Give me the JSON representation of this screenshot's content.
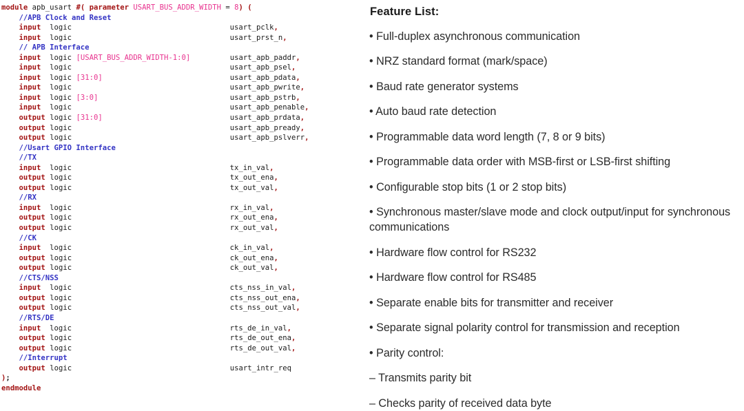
{
  "document": {
    "background_color": "#ffffff",
    "left_panel": {
      "kind": "verilog-source",
      "language": "SystemVerilog",
      "module_name": "apb_usart",
      "colors": {
        "keyword": "#a31515",
        "comment": "#3434c4",
        "magenta": "#e8338f",
        "text": "#1a1a1a"
      },
      "lines": [
        {
          "id": "l0",
          "type": "module_header",
          "kw": "module",
          "name": "apb_usart",
          "hash_paren": "#(",
          "param_kw": "parameter",
          "param_name": "USART_BUS_ADDR_WIDTH",
          "eq": "=",
          "param_value": "8",
          "tail": ") ("
        },
        {
          "id": "l1",
          "type": "comment",
          "text": "//APB Clock and Reset"
        },
        {
          "id": "l2",
          "type": "port",
          "dir": "input",
          "datatype": "logic",
          "range": "",
          "signal": "usart_pclk",
          "comma": ","
        },
        {
          "id": "l3",
          "type": "port",
          "dir": "input",
          "datatype": "logic",
          "range": "",
          "signal": "usart_prst_n",
          "comma": ","
        },
        {
          "id": "l4",
          "type": "comment",
          "text": "// APB Interface"
        },
        {
          "id": "l5",
          "type": "port",
          "dir": "input",
          "datatype": "logic",
          "range": "[USART_BUS_ADDR_WIDTH-1:0]",
          "signal": "usart_apb_paddr",
          "comma": ","
        },
        {
          "id": "l6",
          "type": "port",
          "dir": "input",
          "datatype": "logic",
          "range": "",
          "signal": "usart_apb_psel",
          "comma": ","
        },
        {
          "id": "l7",
          "type": "port",
          "dir": "input",
          "datatype": "logic",
          "range": "[31:0]",
          "signal": "usart_apb_pdata",
          "comma": ","
        },
        {
          "id": "l8",
          "type": "port",
          "dir": "input",
          "datatype": "logic",
          "range": "",
          "signal": "usart_apb_pwrite",
          "comma": ","
        },
        {
          "id": "l9",
          "type": "port",
          "dir": "input",
          "datatype": "logic",
          "range": "[3:0]",
          "signal": "usart_apb_pstrb",
          "comma": ","
        },
        {
          "id": "l10",
          "type": "port",
          "dir": "input",
          "datatype": "logic",
          "range": "",
          "signal": "usart_apb_penable",
          "comma": ","
        },
        {
          "id": "l11",
          "type": "port",
          "dir": "output",
          "datatype": "logic",
          "range": "[31:0]",
          "signal": "usart_apb_prdata",
          "comma": ","
        },
        {
          "id": "l12",
          "type": "port",
          "dir": "output",
          "datatype": "logic",
          "range": "",
          "signal": "usart_apb_pready",
          "comma": ","
        },
        {
          "id": "l13",
          "type": "port",
          "dir": "output",
          "datatype": "logic",
          "range": "",
          "signal": "usart_apb_pslverr",
          "comma": ","
        },
        {
          "id": "l14",
          "type": "comment",
          "text": "//Usart GPIO Interface"
        },
        {
          "id": "l15",
          "type": "comment",
          "text": "//TX"
        },
        {
          "id": "l16",
          "type": "port",
          "dir": "input",
          "datatype": "logic",
          "range": "",
          "signal": "tx_in_val",
          "comma": ","
        },
        {
          "id": "l17",
          "type": "port",
          "dir": "output",
          "datatype": "logic",
          "range": "",
          "signal": "tx_out_ena",
          "comma": ","
        },
        {
          "id": "l18",
          "type": "port",
          "dir": "output",
          "datatype": "logic",
          "range": "",
          "signal": "tx_out_val",
          "comma": ","
        },
        {
          "id": "l19",
          "type": "comment",
          "text": "//RX"
        },
        {
          "id": "l20",
          "type": "port",
          "dir": "input",
          "datatype": "logic",
          "range": "",
          "signal": "rx_in_val",
          "comma": ","
        },
        {
          "id": "l21",
          "type": "port",
          "dir": "output",
          "datatype": "logic",
          "range": "",
          "signal": "rx_out_ena",
          "comma": ","
        },
        {
          "id": "l22",
          "type": "port",
          "dir": "output",
          "datatype": "logic",
          "range": "",
          "signal": "rx_out_val",
          "comma": ","
        },
        {
          "id": "l23",
          "type": "comment",
          "text": "//CK"
        },
        {
          "id": "l24",
          "type": "port",
          "dir": "input",
          "datatype": "logic",
          "range": "",
          "signal": "ck_in_val",
          "comma": ","
        },
        {
          "id": "l25",
          "type": "port",
          "dir": "output",
          "datatype": "logic",
          "range": "",
          "signal": "ck_out_ena",
          "comma": ","
        },
        {
          "id": "l26",
          "type": "port",
          "dir": "output",
          "datatype": "logic",
          "range": "",
          "signal": "ck_out_val",
          "comma": ","
        },
        {
          "id": "l27",
          "type": "comment",
          "text": "//CTS/NSS"
        },
        {
          "id": "l28",
          "type": "port",
          "dir": "input",
          "datatype": "logic",
          "range": "",
          "signal": "cts_nss_in_val",
          "comma": ","
        },
        {
          "id": "l29",
          "type": "port",
          "dir": "output",
          "datatype": "logic",
          "range": "",
          "signal": "cts_nss_out_ena",
          "comma": ","
        },
        {
          "id": "l30",
          "type": "port",
          "dir": "output",
          "datatype": "logic",
          "range": "",
          "signal": "cts_nss_out_val",
          "comma": ","
        },
        {
          "id": "l31",
          "type": "comment",
          "text": "//RTS/DE"
        },
        {
          "id": "l32",
          "type": "port",
          "dir": "input",
          "datatype": "logic",
          "range": "",
          "signal": "rts_de_in_val",
          "comma": ","
        },
        {
          "id": "l33",
          "type": "port",
          "dir": "output",
          "datatype": "logic",
          "range": "",
          "signal": "rts_de_out_ena",
          "comma": ","
        },
        {
          "id": "l34",
          "type": "port",
          "dir": "output",
          "datatype": "logic",
          "range": "",
          "signal": "rts_de_out_val",
          "comma": ","
        },
        {
          "id": "l35",
          "type": "comment",
          "text": "//Interrupt"
        },
        {
          "id": "l36",
          "type": "port",
          "dir": "output",
          "datatype": "logic",
          "range": "",
          "signal": "usart_intr_req",
          "comma": ""
        },
        {
          "id": "l37",
          "type": "close_paren",
          "text": ");"
        },
        {
          "id": "l38",
          "type": "endmodule",
          "text": "endmodule"
        }
      ]
    },
    "right_panel": {
      "title": "Feature List:",
      "bullet_glyph": "•",
      "dash_glyph": "–",
      "items": [
        {
          "marker": "bullet",
          "text": "Full-duplex asynchronous communication"
        },
        {
          "marker": "bullet",
          "text": "NRZ standard format (mark/space)"
        },
        {
          "marker": "bullet",
          "text": "Baud rate generator systems"
        },
        {
          "marker": "bullet",
          "text": "Auto baud rate detection"
        },
        {
          "marker": "bullet",
          "text": "Programmable data word length (7, 8 or 9 bits)"
        },
        {
          "marker": "bullet",
          "text": "Programmable data order with MSB-first or LSB-first shifting"
        },
        {
          "marker": "bullet",
          "text": "Configurable stop bits (1 or 2 stop bits)"
        },
        {
          "marker": "bullet",
          "text": "Synchronous master/slave mode and clock output/input for synchronous communications"
        },
        {
          "marker": "bullet",
          "text": "Hardware flow control for RS232"
        },
        {
          "marker": "bullet",
          "text": "Hardware flow control for RS485"
        },
        {
          "marker": "bullet",
          "text": "Separate enable bits for transmitter and receiver"
        },
        {
          "marker": "bullet",
          "text": "Separate signal polarity control for transmission and reception"
        },
        {
          "marker": "bullet",
          "text": "Parity control:"
        },
        {
          "marker": "dash",
          "text": "Transmits parity bit"
        },
        {
          "marker": "dash",
          "text": "Checks parity of received data byte"
        }
      ]
    }
  }
}
